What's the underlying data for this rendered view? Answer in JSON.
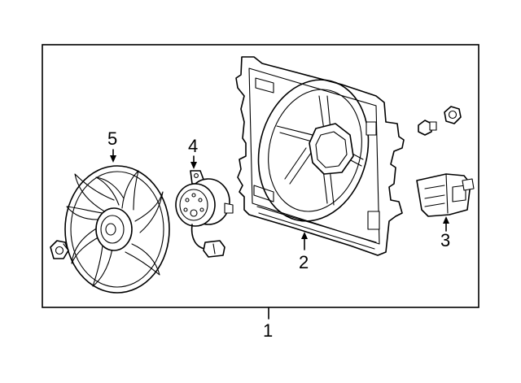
{
  "callouts": {
    "assembly": "1",
    "shroud": "2",
    "relay": "3",
    "motor": "4",
    "fan_blade": "5"
  }
}
